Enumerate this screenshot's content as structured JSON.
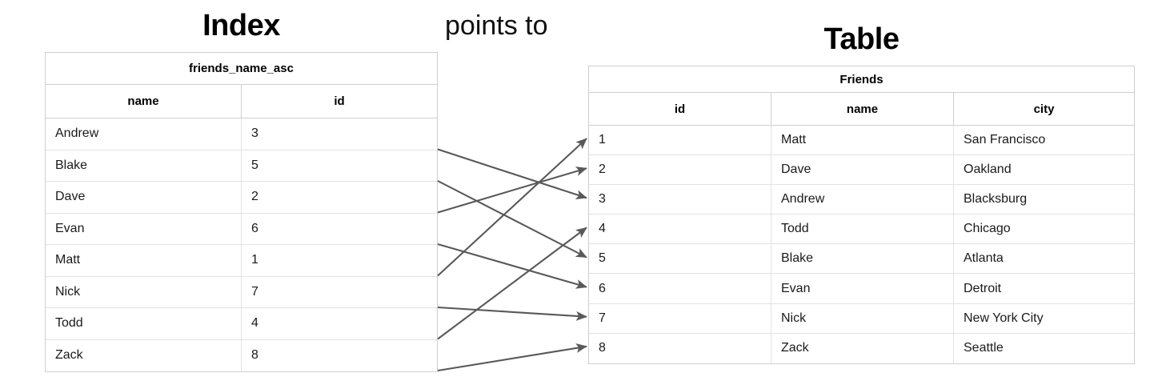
{
  "labels": {
    "index_heading": "Index",
    "table_heading": "Table",
    "relation": "points to"
  },
  "colors": {
    "background": "#ffffff",
    "text": "#000000",
    "grid_border": "#cfcfcf",
    "grid_inner_border": "#e2e2e2",
    "arrow": "#595959"
  },
  "index": {
    "caption": "friends_name_asc",
    "columns": [
      "name",
      "id"
    ],
    "rows": [
      {
        "name": "Andrew",
        "id": "3"
      },
      {
        "name": "Blake",
        "id": "5"
      },
      {
        "name": "Dave",
        "id": "2"
      },
      {
        "name": "Evan",
        "id": "6"
      },
      {
        "name": "Matt",
        "id": "1"
      },
      {
        "name": "Nick",
        "id": "7"
      },
      {
        "name": "Todd",
        "id": "4"
      },
      {
        "name": "Zack",
        "id": "8"
      }
    ]
  },
  "table": {
    "caption": "Friends",
    "columns": [
      "id",
      "name",
      "city"
    ],
    "rows": [
      {
        "id": "1",
        "name": "Matt",
        "city": "San Francisco"
      },
      {
        "id": "2",
        "name": "Dave",
        "city": "Oakland"
      },
      {
        "id": "3",
        "name": "Andrew",
        "city": "Blacksburg"
      },
      {
        "id": "4",
        "name": "Todd",
        "city": "Chicago"
      },
      {
        "id": "5",
        "name": "Blake",
        "city": "Atlanta"
      },
      {
        "id": "6",
        "name": "Evan",
        "city": "Detroit"
      },
      {
        "id": "7",
        "name": "Nick",
        "city": "New York City"
      },
      {
        "id": "8",
        "name": "Zack",
        "city": "Seattle"
      }
    ]
  },
  "connections": [
    {
      "from_index_row": 0,
      "from_name": "Andrew",
      "to_table_id": "3"
    },
    {
      "from_index_row": 1,
      "from_name": "Blake",
      "to_table_id": "5"
    },
    {
      "from_index_row": 2,
      "from_name": "Dave",
      "to_table_id": "2"
    },
    {
      "from_index_row": 3,
      "from_name": "Evan",
      "to_table_id": "6"
    },
    {
      "from_index_row": 4,
      "from_name": "Matt",
      "to_table_id": "1"
    },
    {
      "from_index_row": 5,
      "from_name": "Nick",
      "to_table_id": "7"
    },
    {
      "from_index_row": 6,
      "from_name": "Todd",
      "to_table_id": "4"
    },
    {
      "from_index_row": 7,
      "from_name": "Zack",
      "to_table_id": "8"
    }
  ]
}
